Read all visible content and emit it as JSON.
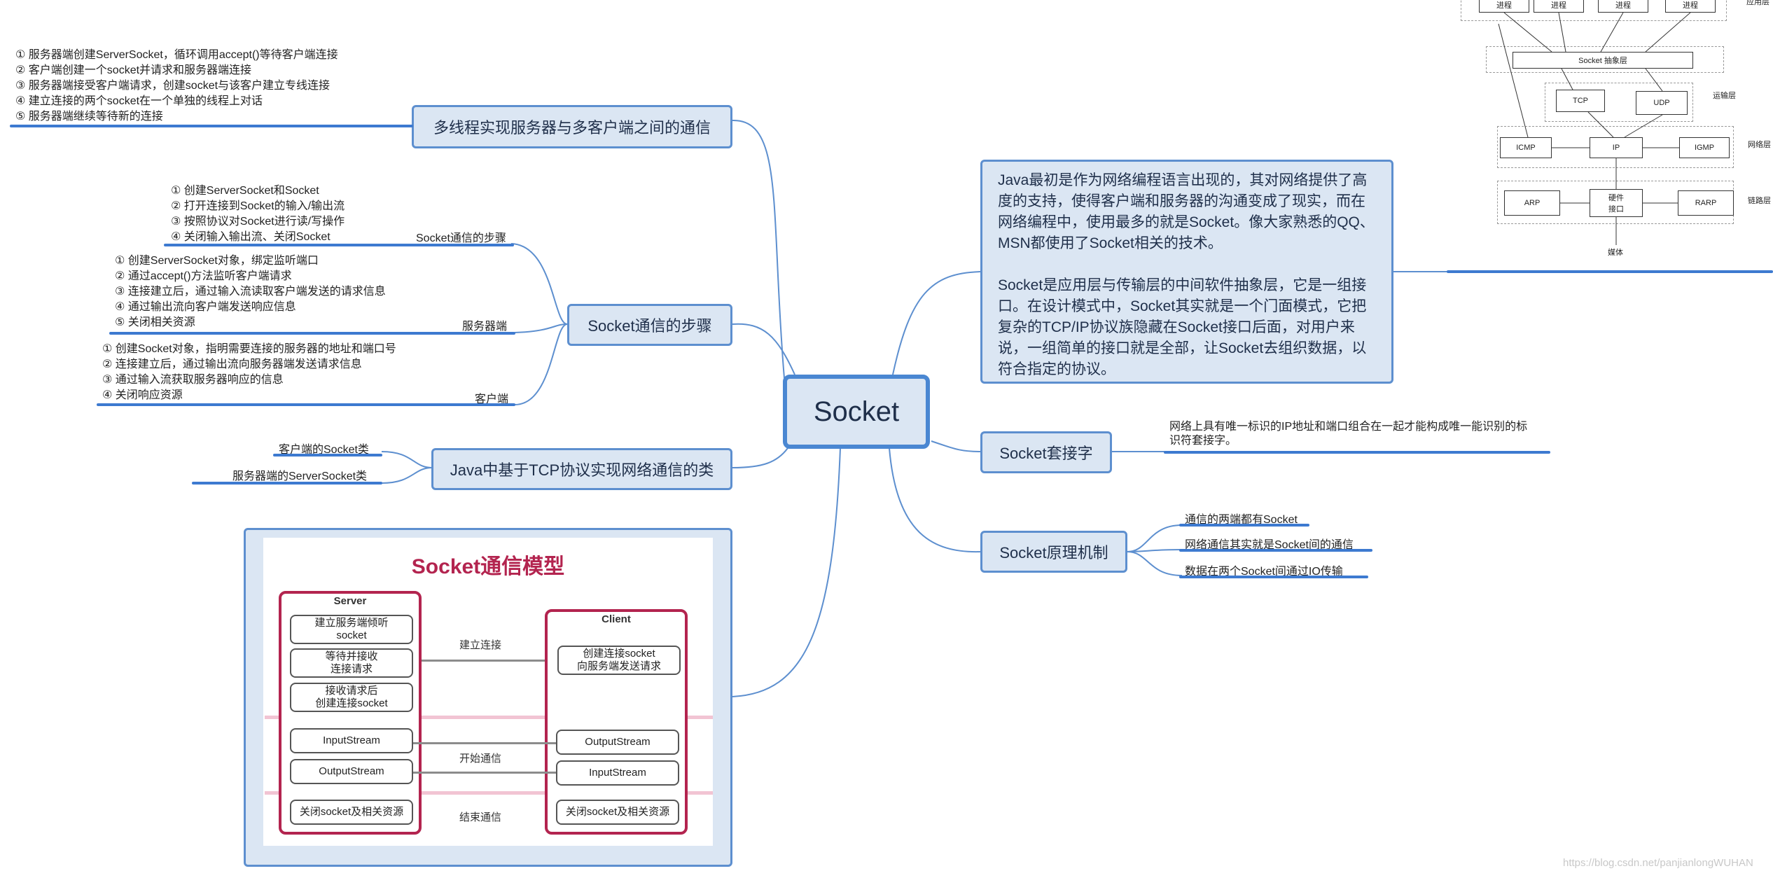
{
  "central": "Socket",
  "multi_thread": {
    "topic": "多线程实现服务器与多客户端之间的通信",
    "notes": [
      "① 服务器端创建ServerSocket，循环调用accept()等待客户端连接",
      "② 客户端创建一个socket并请求和服务器端连接",
      "③ 服务器端接受客户端请求，创建socket与该客户建立专线连接",
      "④ 建立连接的两个socket在一个单独的线程上对话",
      "⑤ 服务器端继续等待新的连接"
    ]
  },
  "steps": {
    "topic": "Socket通信的步骤",
    "sub1": {
      "label": "Socket通信的步骤",
      "notes": [
        "① 创建ServerSocket和Socket",
        "② 打开连接到Socket的输入/输出流",
        "③ 按照协议对Socket进行读/写操作",
        "④ 关闭输入输出流、关闭Socket"
      ]
    },
    "sub2": {
      "label": "服务器端",
      "notes": [
        "① 创建ServerSocket对象，绑定监听端口",
        "② 通过accept()方法监听客户端请求",
        "③ 连接建立后，通过输入流读取客户端发送的请求信息",
        "④ 通过输出流向客户端发送响应信息",
        "⑤ 关闭相关资源"
      ]
    },
    "sub3": {
      "label": "客户端",
      "notes": [
        "① 创建Socket对象，指明需要连接的服务器的地址和端口号",
        "② 连接建立后，通过输出流向服务器端发送请求信息",
        "③ 通过输入流获取服务器响应的信息",
        "④ 关闭响应资源"
      ]
    }
  },
  "java_classes": {
    "topic": "Java中基于TCP协议实现网络通信的类",
    "items": [
      "客户端的Socket类",
      "服务器端的ServerSocket类"
    ]
  },
  "model": {
    "title": "Socket通信模型",
    "server_head": "Server",
    "client_head": "Client",
    "server_items": [
      "建立服务端倾听\nsocket",
      "等待并接收\n连接请求",
      "接收请求后\n创建连接socket"
    ],
    "client_connect": "创建连接socket\n向服务端发送请求",
    "server_streams": [
      "InputStream",
      "OutputStream"
    ],
    "client_streams": [
      "OutputStream",
      "InputStream"
    ],
    "server_close": "关闭socket及相关资源",
    "client_close": "关闭socket及相关资源",
    "phase_connect": "建立连接",
    "phase_comm": "开始通信",
    "phase_end": "结束通信"
  },
  "intro": {
    "p1": "Java最初是作为网络编程语言出现的，其对网络提供了高度的支持，使得客户端和服务器的沟通变成了现实，而在网络编程中，使用最多的就是Socket。像大家熟悉的QQ、MSN都使用了Socket相关的技术。",
    "p2": "Socket是应用层与传输层的中间软件抽象层，它是一组接口。在设计模式中，Socket其实就是一个门面模式，它把复杂的TCP/IP协议族隐藏在Socket接口后面，对用户来说，一组简单的接口就是全部，让Socket去组织数据，以符合指定的协议。"
  },
  "socket_word": {
    "topic": "Socket套接字",
    "note": "网络上具有唯一标识的IP地址和端口组合在一起才能构成唯一能识别的标\n识符套接字。"
  },
  "mechanism": {
    "topic": "Socket原理机制",
    "items": [
      "通信的两端都有Socket",
      "网络通信其实就是Socket间的通信",
      "数据在两个Socket间通过IO传输"
    ]
  },
  "osi": {
    "processes": [
      "进程",
      "进程",
      "进程",
      "进程"
    ],
    "abstract": "Socket 抽象层",
    "tcp": "TCP",
    "udp": "UDP",
    "icmp": "ICMP",
    "ip": "IP",
    "igmp": "IGMP",
    "arp": "ARP",
    "hw": "硬件\n接口",
    "rarp": "RARP",
    "media": "媒体",
    "layer_app": "应用层",
    "layer_transport": "运输层",
    "layer_network": "网络层",
    "layer_link": "链路层"
  },
  "watermark": "https://blog.csdn.net/panjianlongWUHAN",
  "colors": {
    "topic_fill": "#dbe6f3",
    "topic_border": "#5d8fcf",
    "underline": "#3d7ad0",
    "model_accent": "#b3244f"
  }
}
